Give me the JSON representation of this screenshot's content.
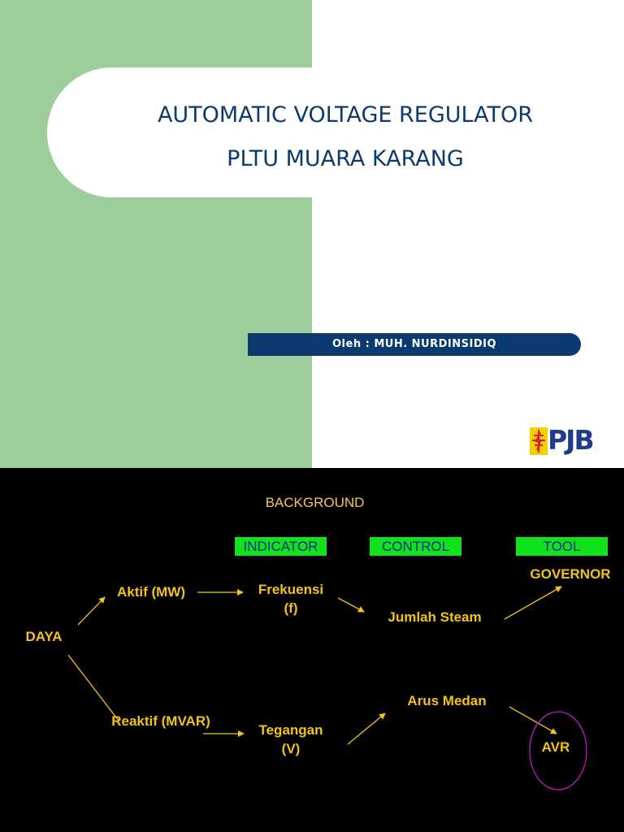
{
  "slide1": {
    "title_line1": "AUTOMATIC VOLTAGE REGULATOR",
    "title_line2": "PLTU MUARA KARANG",
    "author": "Oleh : MUH. NURDINSIDIQ",
    "logo_text": "PJB",
    "colors": {
      "green_panel": "#9ecd9c",
      "title_text": "#0c3a6b",
      "author_bar": "#0b3a6e",
      "logo_yellow": "#f5d000",
      "logo_blue": "#1f3b8a"
    }
  },
  "slide2": {
    "heading": "BACKGROUND",
    "tags": {
      "indicator": "INDICATOR",
      "control": "CONTROL",
      "tool": "TOOL"
    },
    "nodes": {
      "daya": "DAYA",
      "aktif": "Aktif (MW)",
      "frekuensi_l1": "Frekuensi",
      "frekuensi_l2": "(f)",
      "jumlah_steam": "Jumlah Steam",
      "governor": "GOVERNOR",
      "reaktif": "Reaktif (MVAR)",
      "tegangan_l1": "Tegangan",
      "tegangan_l2": "(V)",
      "arus_medan": "Arus Medan",
      "avr": "AVR"
    },
    "colors": {
      "background": "#000000",
      "node_text": "#f2c418",
      "tag_fill": "#10e31b",
      "tag_text": "#0a2a94",
      "avr_circle": "#c019c4"
    }
  }
}
